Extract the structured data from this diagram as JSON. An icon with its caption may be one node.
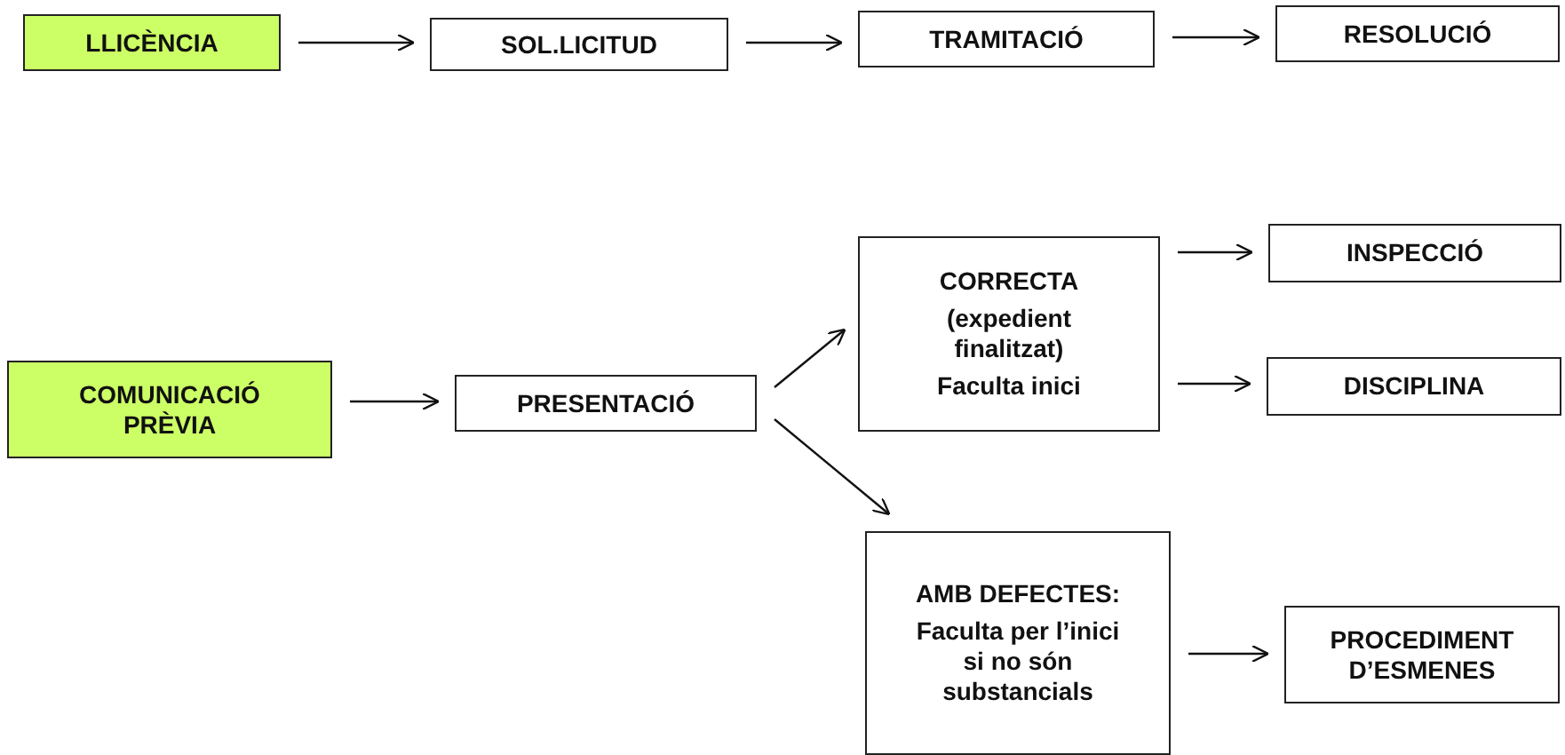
{
  "diagram": {
    "nodes": [
      {
        "text": [
          "LLICÈNCIA"
        ]
      },
      {
        "text": [
          "SOL.LICITUD"
        ]
      },
      {
        "text": [
          "TRAMITACIÓ"
        ]
      },
      {
        "text": [
          "RESOLUCIÓ"
        ]
      },
      {
        "text": [
          "COMUNICACIÓ PRÈVIA"
        ]
      },
      {
        "text": [
          "PRESENTACIÓ"
        ]
      },
      {
        "text": [
          "CORRECTA",
          "(expedient finalitzat)",
          "Faculta inici"
        ]
      },
      {
        "text": [
          "INSPECCIÓ"
        ]
      },
      {
        "text": [
          "DISCIPLINA"
        ]
      },
      {
        "text": [
          "AMB DEFECTES:",
          "Faculta per l’inici si no són substancials"
        ]
      },
      {
        "text": [
          "PROCEDIMENT D’ESMENES"
        ]
      }
    ],
    "edges": [
      {
        "from": 0,
        "to": 1,
        "arrow": "to"
      },
      {
        "from": 1,
        "to": 2,
        "arrow": "to"
      },
      {
        "from": 2,
        "to": 3,
        "arrow": "to"
      },
      {
        "from": 4,
        "to": 5,
        "arrow": "to"
      },
      {
        "from": 5,
        "to": 6,
        "arrow": "to"
      },
      {
        "from": 5,
        "to": 9,
        "arrow": "to"
      },
      {
        "from": 6,
        "to": 7,
        "arrow": "to"
      },
      {
        "from": 6,
        "to": 8,
        "arrow": "to"
      },
      {
        "from": 9,
        "to": 10,
        "arrow": "to"
      }
    ]
  }
}
